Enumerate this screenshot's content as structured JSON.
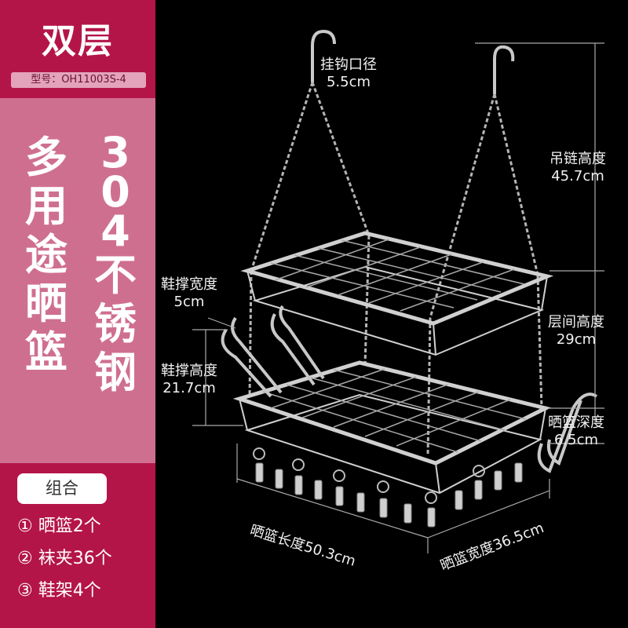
{
  "sidebar": {
    "title": "双层",
    "model": "型号：OH11003S-4",
    "headline_left": [
      "多",
      "用",
      "途",
      "晒",
      "篮"
    ],
    "headline_right": [
      "3",
      "0",
      "4",
      "不",
      "锈",
      "钢"
    ],
    "combo_label": "组合",
    "items": [
      "① 晒篮2个",
      "② 袜夹36个",
      "③ 鞋架4个"
    ]
  },
  "dimensions": {
    "hook_name": "挂钩口径",
    "hook_value": "5.5cm",
    "chain_name": "吊链高度",
    "chain_value": "45.7cm",
    "shoe_width_name": "鞋撑宽度",
    "shoe_width_value": "5cm",
    "layer_name": "层间高度",
    "layer_value": "29cm",
    "shoe_height_name": "鞋撑高度",
    "shoe_height_value": "21.7cm",
    "depth_name": "晒篮深度",
    "depth_value": "6.5cm",
    "length": "晒篮长度50.3cm",
    "width": "晒篮宽度36.5cm"
  },
  "colors": {
    "sidebar": "#b41548",
    "panel": "#cf6f8f",
    "background": "#000000"
  }
}
